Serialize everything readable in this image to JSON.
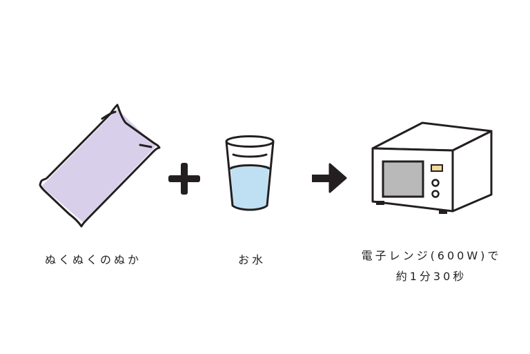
{
  "colors": {
    "ink": "#231f20",
    "pack_fill": "#d8d0ea",
    "water_fill": "#bfe0f2",
    "window_fill": "#b9b9b9",
    "display_fill": "#f3d999",
    "background": "#ffffff"
  },
  "items": [
    {
      "label": "ぬくぬくのぬか",
      "icon": "rice-bran-pack-icon"
    },
    {
      "label": "お水",
      "icon": "water-glass-icon"
    },
    {
      "label_line1": "電子レンジ(600W)で",
      "label_line2": "約1分30秒",
      "icon": "microwave-icon"
    }
  ],
  "operators": {
    "plus": "plus-icon",
    "arrow": "arrow-right-icon"
  }
}
